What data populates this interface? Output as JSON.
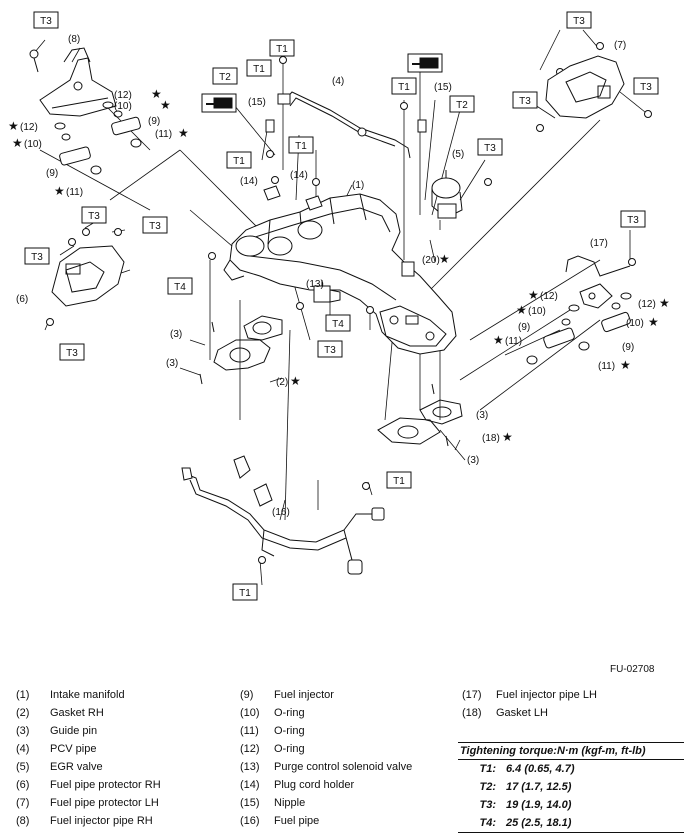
{
  "figure_id": "FU-02708",
  "callouts": {
    "p1": "(1)",
    "p2": "(2)",
    "p3": "(3)",
    "p4": "(4)",
    "p5": "(5)",
    "p6": "(6)",
    "p7": "(7)",
    "p8": "(8)",
    "p9": "(9)",
    "p10": "(10)",
    "p11": "(11)",
    "p12": "(12)",
    "p13": "(13)",
    "p14": "(14)",
    "p15": "(15)",
    "p16": "(16)",
    "p17": "(17)",
    "p18": "(18)",
    "p20": "(20)"
  },
  "torque_tags": {
    "t1": "T1",
    "t2": "T2",
    "t3": "T3",
    "t4": "T4"
  },
  "star": "★",
  "legend": [
    [
      {
        "num": "(1)",
        "name": "Intake manifold"
      },
      {
        "num": "(2)",
        "name": "Gasket RH"
      },
      {
        "num": "(3)",
        "name": "Guide pin"
      },
      {
        "num": "(4)",
        "name": "PCV pipe"
      },
      {
        "num": "(5)",
        "name": "EGR valve"
      },
      {
        "num": "(6)",
        "name": "Fuel pipe protector RH"
      },
      {
        "num": "(7)",
        "name": "Fuel pipe protector LH"
      },
      {
        "num": "(8)",
        "name": "Fuel injector pipe RH"
      }
    ],
    [
      {
        "num": "(9)",
        "name": "Fuel injector"
      },
      {
        "num": "(10)",
        "name": "O-ring"
      },
      {
        "num": "(11)",
        "name": "O-ring"
      },
      {
        "num": "(12)",
        "name": "O-ring"
      },
      {
        "num": "(13)",
        "name": "Purge control solenoid valve"
      },
      {
        "num": "(14)",
        "name": "Plug cord holder"
      },
      {
        "num": "(15)",
        "name": "Nipple"
      },
      {
        "num": "(16)",
        "name": "Fuel pipe"
      }
    ],
    [
      {
        "num": "(17)",
        "name": "Fuel injector pipe LH"
      },
      {
        "num": "(18)",
        "name": "Gasket LH"
      }
    ]
  ],
  "torque": {
    "title": "Tightening torque:N·m (kgf-m, ft-lb)",
    "rows": [
      {
        "code": "T1:",
        "value": "6.4 (0.65, 4.7)"
      },
      {
        "code": "T2:",
        "value": "17 (1.7, 12.5)"
      },
      {
        "code": "T3:",
        "value": "19 (1.9, 14.0)"
      },
      {
        "code": "T4:",
        "value": "25 (2.5, 18.1)"
      }
    ]
  }
}
